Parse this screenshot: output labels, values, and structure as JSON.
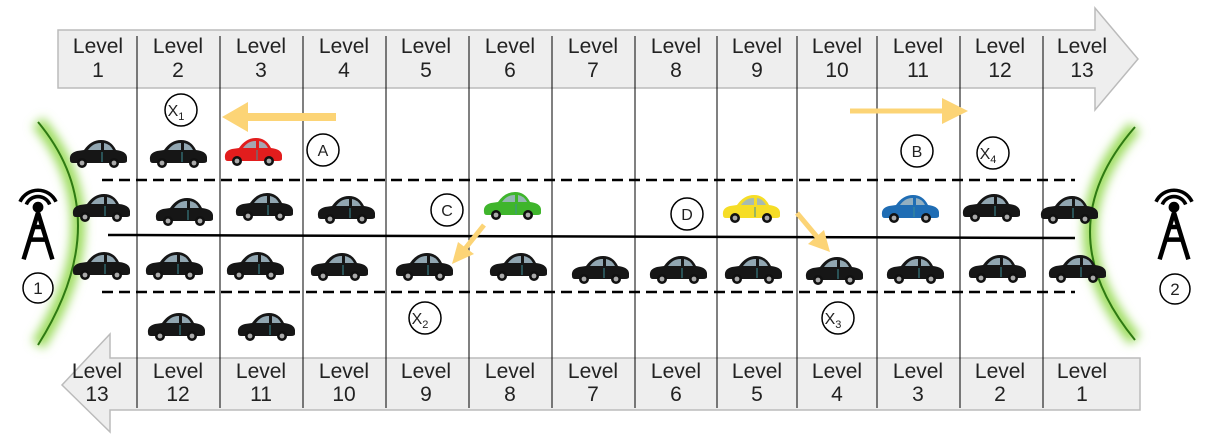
{
  "top_levels": [
    "1",
    "2",
    "3",
    "4",
    "5",
    "6",
    "7",
    "8",
    "9",
    "10",
    "11",
    "12",
    "13"
  ],
  "bottom_levels": [
    "13",
    "12",
    "11",
    "10",
    "9",
    "8",
    "7",
    "6",
    "5",
    "4",
    "3",
    "2",
    "1"
  ],
  "level_word": "Level",
  "markers": {
    "A": "A",
    "B": "B",
    "C": "C",
    "D": "D",
    "X1": "X",
    "X1_sub": "1",
    "X2": "X",
    "X2_sub": "2",
    "X3": "X",
    "X3_sub": "3",
    "X4": "X",
    "X4_sub": "4"
  },
  "towers": {
    "left": "1",
    "right": "2"
  },
  "colors": {
    "arrow_band": "#eeeeee",
    "arrow_edge": "#bbbbbb",
    "yellow_arrow": "#fcd476",
    "halo": "#9bdc5c",
    "car_black": "#161616",
    "car_red": "#e21d1d",
    "car_green": "#3fb52c",
    "car_yellow": "#f6dd26",
    "car_blue": "#1f6db4"
  }
}
